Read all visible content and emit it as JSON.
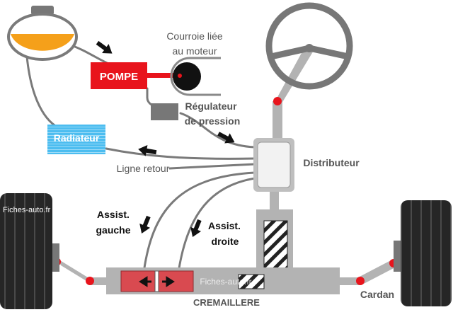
{
  "labels": {
    "pump": "POMPE",
    "belt_line1": "Courroie liée",
    "belt_line2": "au moteur",
    "regulator_line1": "Régulateur",
    "regulator_line2": "de pression",
    "radiator": "Radiateur",
    "return_line": "Ligne retour",
    "distributor": "Distributeur",
    "assist_left_line1": "Assist.",
    "assist_left_line2": "gauche",
    "assist_right_line1": "Assist.",
    "assist_right_line2": "droite",
    "rack": "CREMAILLERE",
    "cardan": "Cardan",
    "watermark_left": "Fiches-auto.fr",
    "watermark_center": "Fiches-auto.fr"
  },
  "colors": {
    "reservoir_fluid": "#f5a01a",
    "pump": "#e8141c",
    "radiator": "#40b8ef",
    "tubes": "#777777",
    "structure": "#b3b3b3",
    "joint": "#e8141c",
    "piston": "#d94a50",
    "tire": "#2b2b2b"
  }
}
